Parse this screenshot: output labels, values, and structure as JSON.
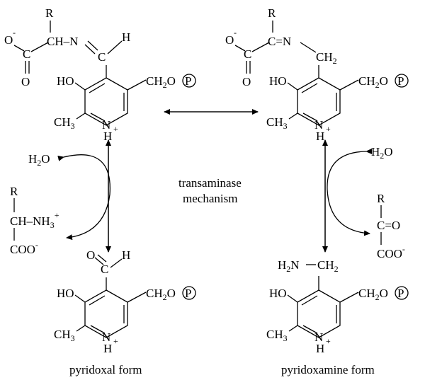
{
  "center_label": {
    "line1": "transaminase",
    "line2": "mechanism"
  },
  "captions": {
    "left": "pyridoxal form",
    "right": "pyridoxamine form"
  },
  "atoms": {
    "R": "R",
    "O": "O",
    "minus": "-",
    "plus": "+",
    "CH_N": "CH–N",
    "C_eq_N": "C=N",
    "C": "C",
    "H": "H",
    "HO": "HO",
    "CH2O": "CH",
    "two": "2",
    "O_after": "O",
    "P": "P",
    "CH3": "CH",
    "three": "3",
    "N": "N",
    "CH2": "CH",
    "H2N": "H",
    "NH3": "NH",
    "COO": "COO",
    "C_eq_O": "C=O",
    "H2O_H": "H",
    "H2O_O": "O",
    "CH_prefix": "CH"
  },
  "side_molecules": {
    "water_left": "H2O",
    "water_right": "H2O",
    "amino_acid": "R-CH-NH3+ / COO-",
    "keto_acid": "R-C=O / COO-"
  }
}
